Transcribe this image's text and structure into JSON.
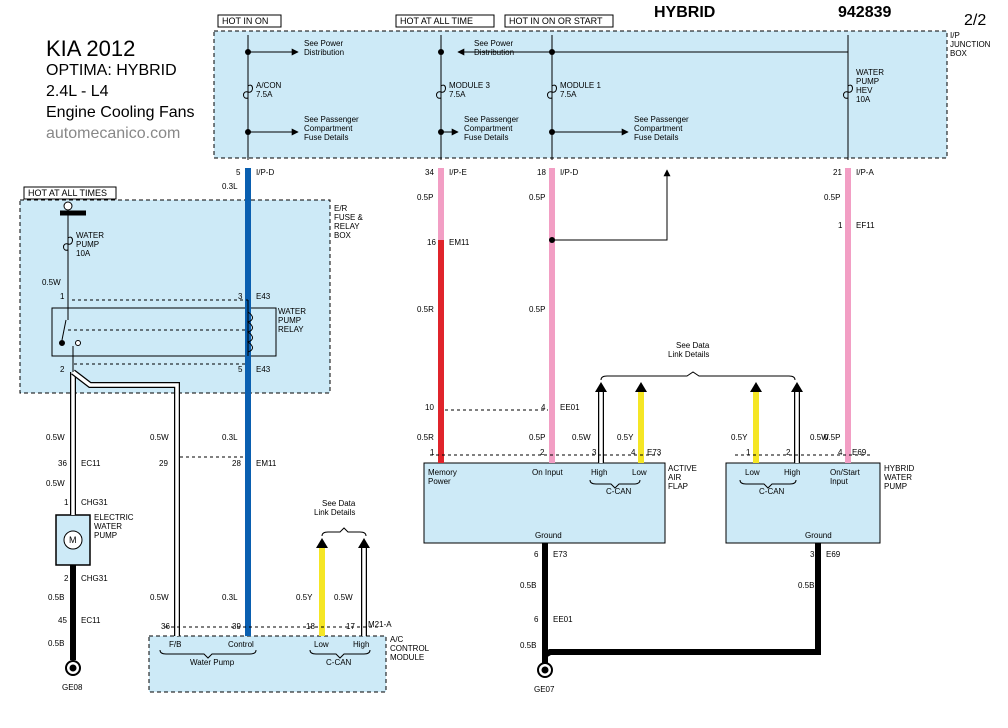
{
  "title": {
    "line1": "KIA 2012",
    "line2": "OPTIMA: HYBRID",
    "line3": "2.4L - L4",
    "line4": "Engine Cooling Fans",
    "site": "automecanico.com"
  },
  "header": {
    "hybrid": "HYBRID",
    "code": "942839",
    "page": "2/2"
  },
  "power_tags": {
    "hot_in_on": "HOT IN ON",
    "hot_all_time": "HOT AT ALL TIME",
    "hot_on_start": "HOT IN ON OR START",
    "hot_all_times": "HOT AT ALL TIMES"
  },
  "boxes": {
    "ip_junction": [
      "I/P",
      "JUNCTION",
      "BOX"
    ],
    "er_fuse": [
      "E/R",
      "FUSE &",
      "RELAY",
      "BOX"
    ],
    "relay": [
      "WATER",
      "PUMP",
      "RELAY"
    ],
    "pump_elec": [
      "ELECTRIC",
      "WATER",
      "PUMP"
    ],
    "aflap": [
      "ACTIVE",
      "AIR",
      "FLAP"
    ],
    "hwp": [
      "HYBRID",
      "WATER",
      "PUMP"
    ],
    "acm": [
      "A/C",
      "CONTROL",
      "MODULE"
    ]
  },
  "fuses": {
    "acon": [
      "A/CON",
      "7.5A"
    ],
    "mod3": [
      "MODULE 3",
      "7.5A"
    ],
    "mod1": [
      "MODULE 1",
      "7.5A"
    ],
    "wphev": [
      "WATER",
      "PUMP",
      "HEV",
      "10A"
    ],
    "wp": [
      "WATER",
      "PUMP",
      "10A"
    ]
  },
  "notes": {
    "see_power": [
      "See Power",
      "Distribution"
    ],
    "see_pass": [
      "See Passenger",
      "Compartment",
      "Fuse Details"
    ],
    "see_dl": [
      "See Data",
      "Link Details"
    ]
  },
  "wires": {
    "w03L": "0.3L",
    "w05P": "0.5P",
    "w05R": "0.5R",
    "w05W": "0.5W",
    "w05Y": "0.5Y",
    "w05B": "0.5B"
  },
  "connectors": {
    "ipd": "I/P-D",
    "ipe": "I/P-E",
    "ipa": "I/P-A",
    "e43": "E43",
    "em11": "EM11",
    "ef11": "EF11",
    "ee01": "EE01",
    "e73": "E73",
    "e69": "E69",
    "ec11": "EC11",
    "chg31": "CHG31",
    "m21a": "M21-A"
  },
  "pins": {
    "p5": "5",
    "p34": "34",
    "p18": "18",
    "p21": "21",
    "p16": "16",
    "p1": "1",
    "p3": "3",
    "p2": "2",
    "p10": "10",
    "p4": "4",
    "p36": "36",
    "p29": "29",
    "p28": "28",
    "p45": "45",
    "p39": "39",
    "p17": "17",
    "p6": "6"
  },
  "pin_labels": {
    "memory": [
      "Memory",
      "Power"
    ],
    "on_input": "On Input",
    "high": "High",
    "low": "Low",
    "ccan": "C-CAN",
    "ground": "Ground",
    "onstart": [
      "On/Start",
      "Input"
    ],
    "fb": "F/B",
    "control": "Control",
    "water_pump": "Water Pump",
    "motor": "M"
  },
  "grounds": {
    "ge08": "GE08",
    "ge07": "GE07"
  },
  "colors": {
    "box_fill": "#cdeaf7",
    "blue_wire": "#0a5fb0",
    "pink_wire": "#f29ec4",
    "red_wire": "#e0242b",
    "yellow_wire": "#f5e625",
    "black_wire": "#000000"
  }
}
